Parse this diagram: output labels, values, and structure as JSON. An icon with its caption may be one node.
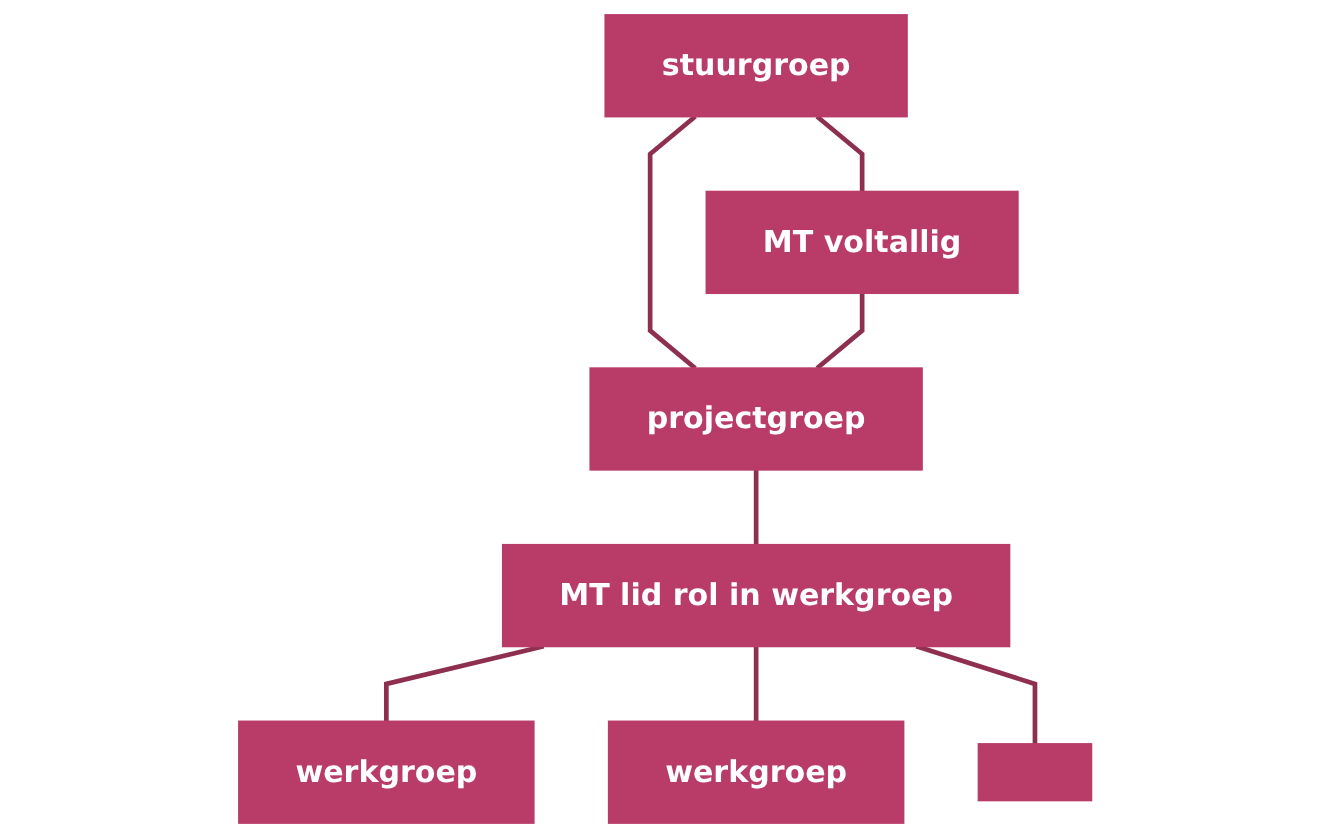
{
  "diagram": {
    "nodes": [
      {
        "text": [
          "stuurgroep"
        ]
      },
      {
        "text": [
          "MT voltallig"
        ]
      },
      {
        "text": [
          "projectgroep"
        ]
      },
      {
        "text": [
          "MT lid rol in werkgroep"
        ]
      },
      {
        "text": [
          "werkgroep"
        ]
      },
      {
        "text": [
          "werkgroep"
        ]
      },
      {
        "text": [],
        "shape": "box"
      }
    ],
    "edges": [
      {
        "from": 0,
        "to": 2,
        "arrow": "none"
      },
      {
        "from": 0,
        "to": 1,
        "arrow": "none"
      },
      {
        "from": 1,
        "to": 2,
        "arrow": "none"
      },
      {
        "from": 2,
        "to": 3,
        "arrow": "none"
      },
      {
        "from": 3,
        "to": 4,
        "arrow": "none"
      },
      {
        "from": 3,
        "to": 5,
        "arrow": "none"
      },
      {
        "from": 3,
        "to": 6,
        "arrow": "none"
      }
    ]
  }
}
